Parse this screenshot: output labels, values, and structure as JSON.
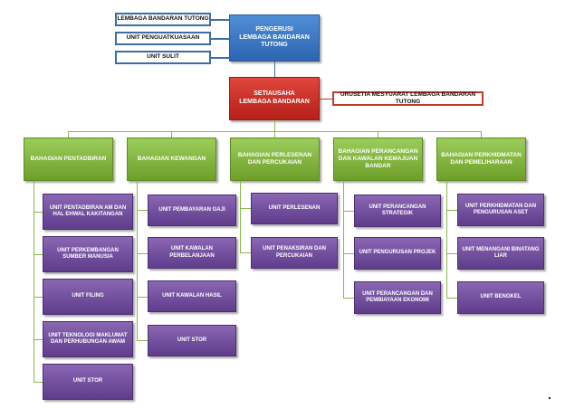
{
  "top_left": [
    "LEMBAGA BANDARAN TUTONG",
    "UNIT PENGUATKUASAAN",
    "UNIT SULIT"
  ],
  "chair": "PENGERUSI\nLEMBAGA BANDARAN TUTONG",
  "secretary": "SETIAUSAHA\nLEMBAGA BANDARAN",
  "urusetia": "URUSETIA MESYUARAT LEMBAGA BANDARAN TUTONG",
  "departments": [
    {
      "label": "BAHAGIAN PENTADBIRAN",
      "units": [
        "UNIT PENTADBIRAN AM DAN HAL EHWAL KAKITANGAN",
        "UNIT PERKEMBANGAN SUMBER MANUSIA",
        "UNIT FILING",
        "UNIT TEKNOLOGI MAKLUMAT DAN PERHUBUNGAN AWAM",
        "UNIT STOR"
      ]
    },
    {
      "label": "BAHAGIAN KEWANGAN",
      "units": [
        "UNIT PEMBAYARAN GAJI",
        "UNIT KAWALAN PERBELANJAAN",
        "UNIT KAWALAN HASIL",
        "UNIT STOR"
      ]
    },
    {
      "label": "BAHAGIAN PERLESENAN DAN PERCUKAIAN",
      "units": [
        "UNIT PERLESENAN",
        "UNIT PENAKSIRAN DAN PERCUKAIAN"
      ]
    },
    {
      "label": "BAHAGIAN PERANCANGAN DAN KAWALAN KEMAJUAN BANDAR",
      "units": [
        "UNIT PERANCANGAN STRATEGIK",
        "UNIT PENGURUSAN PROJEK",
        "UNIT PERANCANGAN DAN PEMBIAYAAN EKONOMI"
      ]
    },
    {
      "label": "BAHAGIAN PERKHIDMATAN DAN PEMELIHARAAN",
      "units": [
        "UNIT PERKHIDMATAN DAN PENGURUSAN ASET",
        "UNIT MENANGANI BINATANG LIAR",
        "UNIT BENGKEL"
      ]
    }
  ]
}
